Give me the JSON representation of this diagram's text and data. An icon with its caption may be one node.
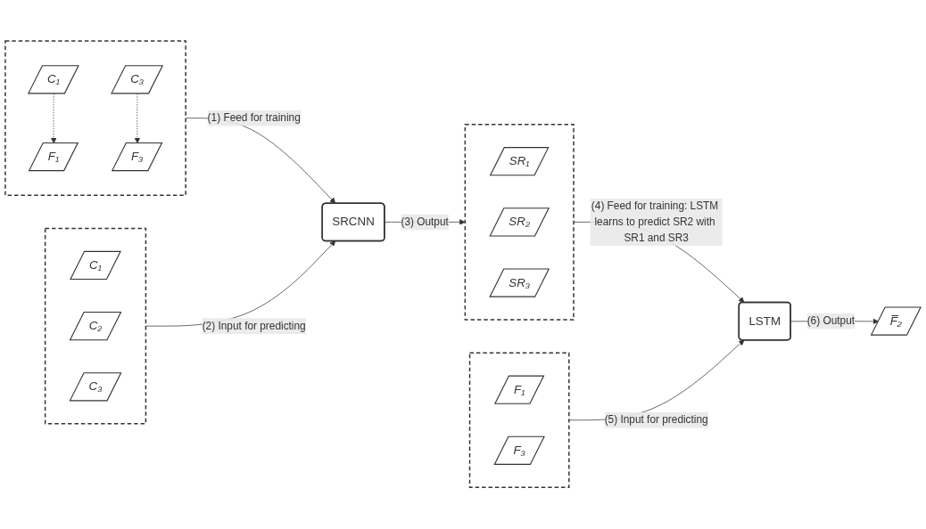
{
  "diagram": {
    "nodes": [
      {
        "text": [],
        "shape": "box"
      },
      {
        "text": [
          "C₁"
        ],
        "in": 0
      },
      {
        "text": [
          "F₁"
        ],
        "in": 0
      },
      {
        "text": [
          "C₃"
        ],
        "in": 0
      },
      {
        "text": [
          "F₃"
        ],
        "in": 0
      },
      {
        "text": [],
        "shape": "box"
      },
      {
        "text": [
          "C₁"
        ],
        "in": 5
      },
      {
        "text": [
          "C₂"
        ],
        "in": 5
      },
      {
        "text": [
          "C₃"
        ],
        "in": 5
      },
      {
        "text": [
          "SRCNN"
        ]
      },
      {
        "text": [],
        "shape": "box"
      },
      {
        "text": [
          "SR₁"
        ],
        "in": 10
      },
      {
        "text": [
          "SR₂"
        ],
        "in": 10
      },
      {
        "text": [
          "SR₃"
        ],
        "in": 10
      },
      {
        "text": [],
        "shape": "box"
      },
      {
        "text": [
          "F₁"
        ],
        "in": 14
      },
      {
        "text": [
          "F₃"
        ],
        "in": 14
      },
      {
        "text": [
          "LSTM"
        ]
      },
      {
        "text": [
          "F̅₂"
        ]
      }
    ],
    "edges": [
      {
        "from": 1,
        "to": 2,
        "arrow": "to",
        "style": "dashed"
      },
      {
        "from": 3,
        "to": 4,
        "arrow": "to",
        "style": "dashed"
      },
      {
        "from": 0,
        "to": 9,
        "arrow": "to",
        "label": "(1) Feed for training"
      },
      {
        "from": 5,
        "to": 9,
        "arrow": "to",
        "label": "(2) Input for predicting"
      },
      {
        "from": 9,
        "to": 10,
        "arrow": "to",
        "label": "(3) Output"
      },
      {
        "from": 10,
        "to": 17,
        "arrow": "to",
        "label": "(4) Feed for training: LSTM learns to predict SR2 with SR1 and SR3"
      },
      {
        "from": 14,
        "to": 17,
        "arrow": "to",
        "label": "(5) Input for predicting"
      },
      {
        "from": 17,
        "to": 18,
        "arrow": "to",
        "label": "(6) Output"
      }
    ]
  }
}
